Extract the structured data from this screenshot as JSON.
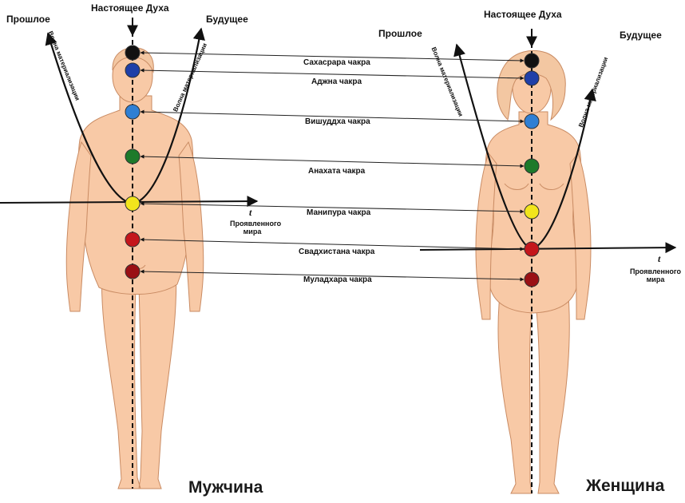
{
  "labels": {
    "past": "Прошлое",
    "present_spirit": "Настоящее Духа",
    "future": "Будущее",
    "wave_of_materialization": "Волна материализации",
    "time_axis_symbol": "t",
    "manifested_world": "Проявленного мира",
    "man": "Мужчина",
    "woman": "Женщина"
  },
  "chakras": [
    {
      "name": "Сахасрара чакра",
      "color": "#111111"
    },
    {
      "name": "Аджна чакра",
      "color": "#1f3fa8"
    },
    {
      "name": "Вишуддха  чакра",
      "color": "#2f7fd4"
    },
    {
      "name": "Анахата чакра",
      "color": "#1d7a2a"
    },
    {
      "name": "Манипура чакра",
      "color": "#f2e51c"
    },
    {
      "name": "Свадхистана  чакра",
      "color": "#c4161c"
    },
    {
      "name": "Муладхара чакра",
      "color": "#9a1015"
    }
  ],
  "colors": {
    "skin": "#f8c9a6",
    "skin_outline": "#c98b63",
    "hair": "#f3c7a2"
  }
}
